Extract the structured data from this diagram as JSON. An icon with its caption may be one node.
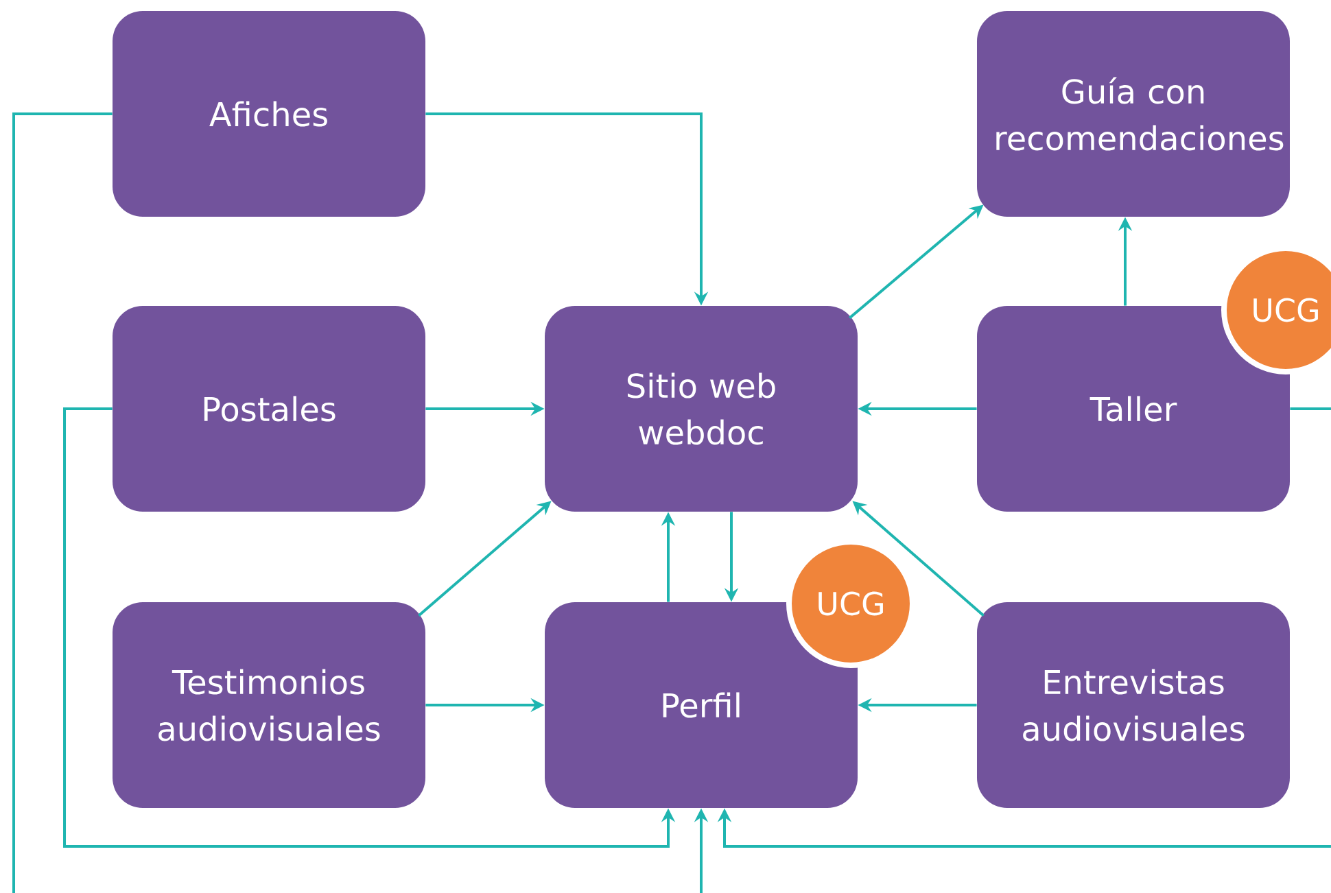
{
  "diagram": {
    "nodes": [
      {
        "text": [
          "Afiches"
        ]
      },
      {
        "text": [
          "Guía con recomendaciones"
        ]
      },
      {
        "text": [
          "Postales"
        ]
      },
      {
        "text": [
          "Sitio web webdoc"
        ]
      },
      {
        "text": [
          "Taller"
        ]
      },
      {
        "text": [
          "UCG"
        ]
      },
      {
        "text": [
          "Testimonios audiovisuales"
        ]
      },
      {
        "text": [
          "Perfil"
        ]
      },
      {
        "text": [
          "UCG"
        ]
      },
      {
        "text": [
          "Entrevistas audiovisuales"
        ]
      }
    ],
    "edges": [
      {
        "from": 0,
        "to": 3,
        "arrow": "to"
      },
      {
        "from": 0,
        "to": 7,
        "arrow": "to"
      },
      {
        "from": 2,
        "to": 3,
        "arrow": "to"
      },
      {
        "from": 2,
        "to": 7,
        "arrow": "to"
      },
      {
        "from": 3,
        "to": 1,
        "arrow": "to"
      },
      {
        "from": 4,
        "to": 1,
        "arrow": "to"
      },
      {
        "from": 4,
        "to": 3,
        "arrow": "to"
      },
      {
        "from": 4,
        "to": 7,
        "arrow": "to"
      },
      {
        "from": 6,
        "to": 3,
        "arrow": "to"
      },
      {
        "from": 6,
        "to": 7,
        "arrow": "to"
      },
      {
        "from": 3,
        "to": 7,
        "arrow": "to"
      },
      {
        "from": 7,
        "to": 3,
        "arrow": "to"
      },
      {
        "from": 9,
        "to": 3,
        "arrow": "to"
      },
      {
        "from": 9,
        "to": 7,
        "arrow": "to"
      }
    ]
  }
}
